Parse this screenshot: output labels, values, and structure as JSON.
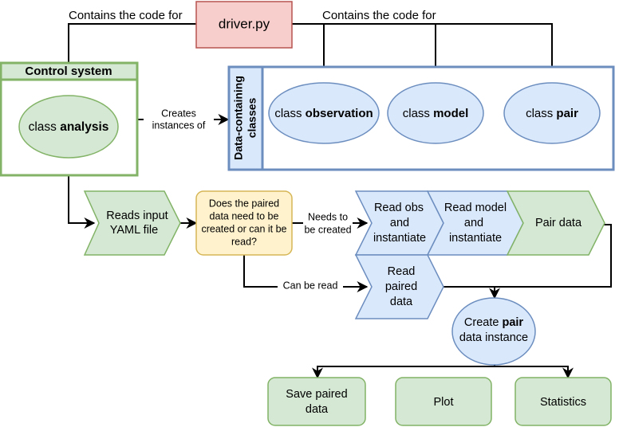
{
  "driver": {
    "label": "driver.py"
  },
  "edge_labels": {
    "contains_left": "Contains the code for",
    "contains_right": "Contains the code for",
    "creates_line1": "Creates",
    "creates_line2": "instances of",
    "needs_line1": "Needs to",
    "needs_line2": "be created",
    "can_be_read": "Can be read"
  },
  "control_system": {
    "title": "Control system",
    "analysis_prefix": "class ",
    "analysis_name": "analysis"
  },
  "data_classes": {
    "title_line1": "Data-containing",
    "title_line2": "classes",
    "observation_prefix": "class ",
    "observation_name": "observation",
    "model_prefix": "class ",
    "model_name": "model",
    "pair_prefix": "class ",
    "pair_name": "pair"
  },
  "steps": {
    "reads_yaml_line1": "Reads input",
    "reads_yaml_line2": "YAML file",
    "decision_line1": "Does the paired",
    "decision_line2": "data need to be",
    "decision_line3": "created or can it be",
    "decision_line4": "read?",
    "read_obs_line1": "Read obs",
    "read_obs_line2": "and",
    "read_obs_line3": "instantiate",
    "read_model_line1": "Read model",
    "read_model_line2": "and",
    "read_model_line3": "instantiate",
    "pair_data": "Pair data",
    "read_paired_line1": "Read",
    "read_paired_line2": "paired",
    "read_paired_line3": "data",
    "create_pair_line1_prefix": "Create ",
    "create_pair_line1_bold": "pair",
    "create_pair_line2": "data instance"
  },
  "outputs": {
    "save_line1": "Save paired",
    "save_line2": "data",
    "plot": "Plot",
    "statistics": "Statistics"
  },
  "colors": {
    "green_fill": "#d5e8d4",
    "green_stroke": "#82b366",
    "blue_fill": "#dae8fc",
    "blue_stroke": "#6c8ebf",
    "red_fill": "#f8cecc",
    "red_stroke": "#b85450",
    "yellow_fill": "#fff2cc",
    "yellow_stroke": "#d6b656"
  }
}
